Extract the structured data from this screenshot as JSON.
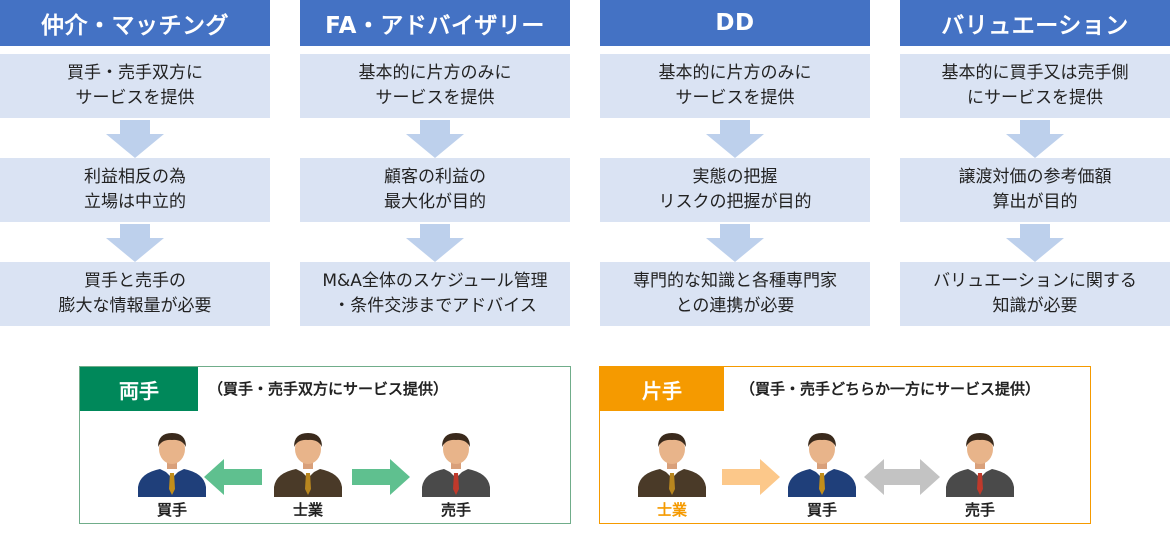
{
  "columns": [
    {
      "title": "仲介・マッチング",
      "cells": [
        "買手・売手双方に\nサービスを提供",
        "利益相反の為\n立場は中立的",
        "買手と売手の\n膨大な情報量が必要"
      ]
    },
    {
      "title": "FA・アドバイザリー",
      "cells": [
        "基本的に片方のみに\nサービスを提供",
        "顧客の利益の\n最大化が目的",
        "M&A全体のスケジュール管理\n・条件交渉までアドバイス"
      ]
    },
    {
      "title": "DD",
      "cells": [
        "基本的に片方のみに\nサービスを提供",
        "実態の把握\nリスクの把握が目的",
        "専門的な知識と各種専門家\nとの連携が必要"
      ]
    },
    {
      "title": "バリュエーション",
      "cells": [
        "基本的に買手又は売手側\nにサービスを提供",
        "譲渡対価の参考価額\n算出が目的",
        "バリュエーションに関する\n知識が必要"
      ]
    }
  ],
  "panels": {
    "ryote": {
      "badge": "両手",
      "description": "（買手・売手双方にサービス提供）",
      "people": [
        "買手",
        "士業",
        "売手"
      ]
    },
    "katate": {
      "badge": "片手",
      "description": "（買手・売手どちらか一方にサービス提供）",
      "people": [
        "士業",
        "買手",
        "売手"
      ]
    }
  },
  "colors": {
    "header_blue": "#4472c4",
    "cell_blue": "#dae3f3",
    "arrow_blue": "#bdd0ec",
    "green": "#00885a",
    "green_arrow": "#5fc08f",
    "orange": "#f59a00",
    "orange_arrow": "#fcc88a",
    "gray_arrow": "#c3c3c3"
  },
  "icons": [
    "person-icon",
    "left-arrow-icon",
    "right-arrow-icon",
    "double-arrow-icon",
    "down-arrow-icon"
  ]
}
